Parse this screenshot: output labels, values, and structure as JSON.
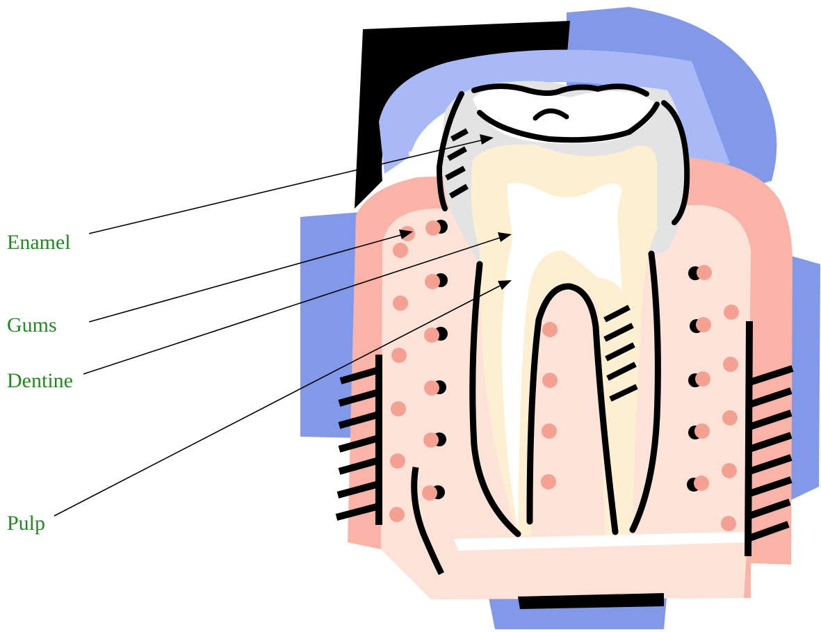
{
  "labels": {
    "enamel": "Enamel",
    "gums": "Gums",
    "dentine": "Dentine",
    "pulp": "Pulp"
  },
  "colors": {
    "label_text": "#1f8a1f",
    "blue_dark": "#8299ea",
    "blue_light": "#a9b9f7",
    "gum_pink": "#f9b3a7",
    "gum_inner": "#fde3d7",
    "dot": "#f4a093",
    "enamel_gray": "#e3e3e3",
    "dentine_cream": "#fdf0d2",
    "pulp_white": "#ffffff",
    "outline": "#000000"
  }
}
